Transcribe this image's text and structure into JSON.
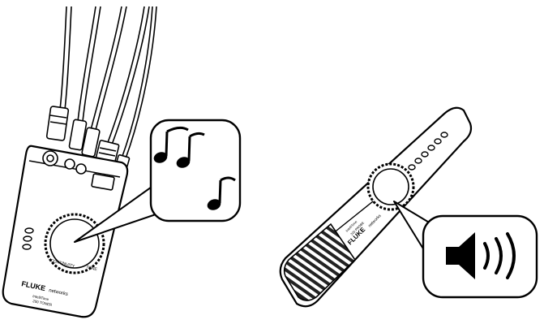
{
  "figure": {
    "header_text": "",
    "accent_color": "#e2231a",
    "line_color": "#000000",
    "background": "#ffffff"
  },
  "left_device": {
    "brand": "FLUKE",
    "brand_suffix": "networks",
    "model_line1": "IntelliTone",
    "model_line2": "200 TONER",
    "dial_labels": [
      "CONTINUITY",
      "TONE"
    ],
    "callout_icon": "music-notes-icon"
  },
  "right_device": {
    "brand": "FLUKE",
    "brand_suffix": "networks",
    "model_line1": "IntelliTone",
    "model_line2": "200 PROBE",
    "callout_icon": "speaker-sound-icon"
  }
}
